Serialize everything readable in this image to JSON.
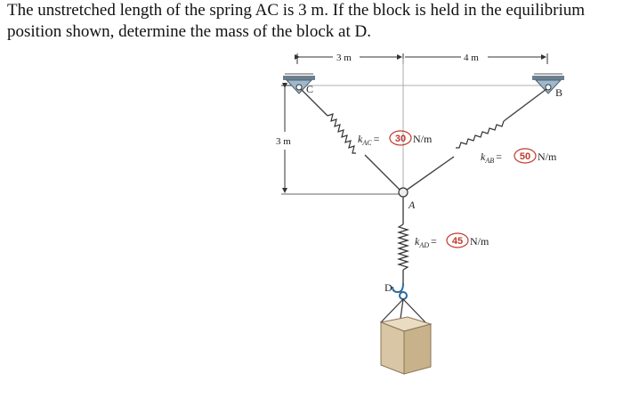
{
  "problem": {
    "line1": "The unstretched length of the spring AC is 3 m. If the block is held in the equilibrium",
    "line2": "position shown, determine the mass of the block at D."
  },
  "figure": {
    "dim_top_left": "3 m",
    "dim_top_right": "4 m",
    "dim_vertical": "3 m",
    "point_c": "C",
    "point_b": "B",
    "point_a": "A",
    "point_d": "D",
    "spring_ac": {
      "symbol": "k",
      "subscript": "AC",
      "eq": "=",
      "value": "30",
      "unit": "N/m"
    },
    "spring_ab": {
      "symbol": "k",
      "subscript": "AB",
      "eq": "=",
      "value": "50",
      "unit": "N/m"
    },
    "spring_ad": {
      "symbol": "k",
      "subscript": "AD",
      "eq": "=",
      "value": "45",
      "unit": "N/m"
    },
    "colors": {
      "value_badge": "#c0392b",
      "support": "#9fb8cc",
      "block": "#d9c6a4"
    }
  }
}
